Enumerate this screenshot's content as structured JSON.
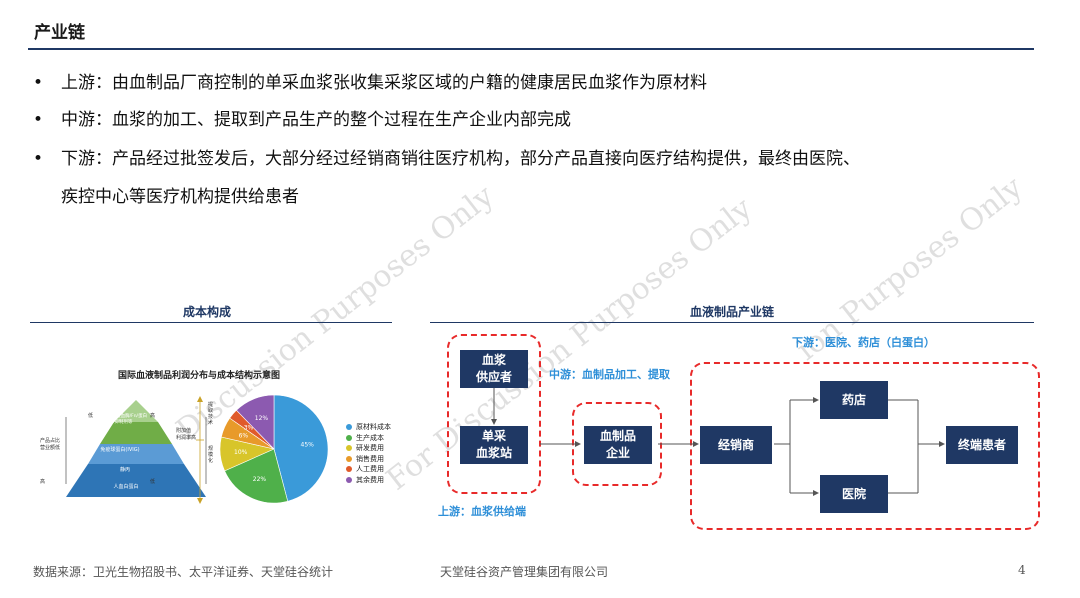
{
  "title": "产业链",
  "bullets": [
    {
      "marker": "•",
      "text": "上游：由血制品厂商控制的单采血浆张收集采浆区域的户籍的健康居民血浆作为原材料"
    },
    {
      "marker": "•",
      "text": "中游：血浆的加工、提取到产品生产的整个过程在生产企业内部完成"
    },
    {
      "marker": "•",
      "text": "下游：产品经过批签发后，大部分经过经销商销往医疗机构，部分产品直接向医疗结构提供，最终由医院、",
      "continuation": "疾控中心等医疗机构提供给患者"
    }
  ],
  "watermark": [
    "Discussion Purposes Only",
    "For Discussion Purposes Only",
    "ion Purposes Only"
  ],
  "cost_section": {
    "title": "成本构成",
    "chart_title": "国际血液制品利润分布与成本结构示意图",
    "pyramid": {
      "layers": [
        "A/A凝血因子/凝血酶/Fn/蛋白C/C1抑制剂等",
        "免疫球蛋白(IVIG)",
        "静丙",
        "人血白蛋白"
      ],
      "left_labels": [
        "低",
        "产品占比\n营业额低",
        "高"
      ],
      "right_labels": [
        "高",
        "附加值\n利润率高",
        "低"
      ],
      "right_side": [
        "提取技术",
        "规模化"
      ]
    },
    "chart_data": {
      "type": "pie",
      "categories": [
        "原材料成本",
        "生产成本",
        "研发费用",
        "销售费用",
        "人工费用",
        "其余费用"
      ],
      "values": [
        45,
        22,
        10,
        6,
        3,
        12
      ],
      "colors": [
        "#3a9ad9",
        "#4fb04a",
        "#d8c52a",
        "#e89a2a",
        "#e05a2a",
        "#8c5ab0"
      ],
      "labels": [
        "45%",
        "22%",
        "10%",
        "6%",
        "3%",
        "12%"
      ],
      "legend_position": "right"
    }
  },
  "chain_section": {
    "title": "血液制品产业链",
    "boxes": {
      "supplier": "血浆\n供应者",
      "station": "单采\n血浆站",
      "enterprise": "血制品\n企业",
      "distributor": "经销商",
      "pharmacy": "药店",
      "hospital": "医院",
      "patient": "终端患者"
    },
    "notes": {
      "upstream": "上游：血浆供给端",
      "midstream": "中游：血制品加工、提取",
      "downstream": "下游：医院、药店（白蛋白）"
    }
  },
  "footer": {
    "source": "数据来源：卫光生物招股书、太平洋证券、天堂硅谷统计",
    "company": "天堂硅谷资产管理集团有限公司",
    "page": "4"
  }
}
